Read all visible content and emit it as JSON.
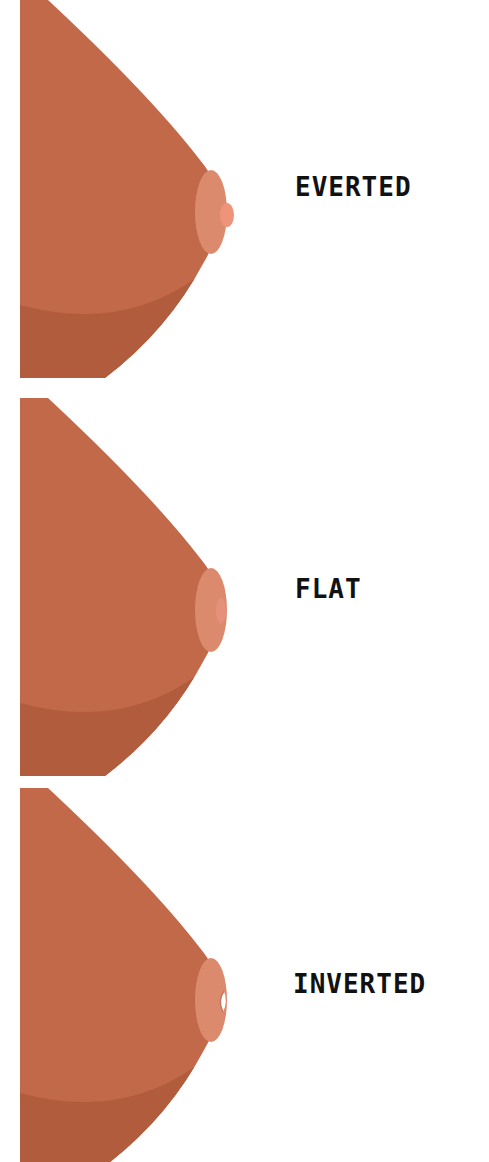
{
  "diagram": {
    "labels": [
      "EVERTED",
      "FLAT",
      "INVERTED"
    ]
  }
}
